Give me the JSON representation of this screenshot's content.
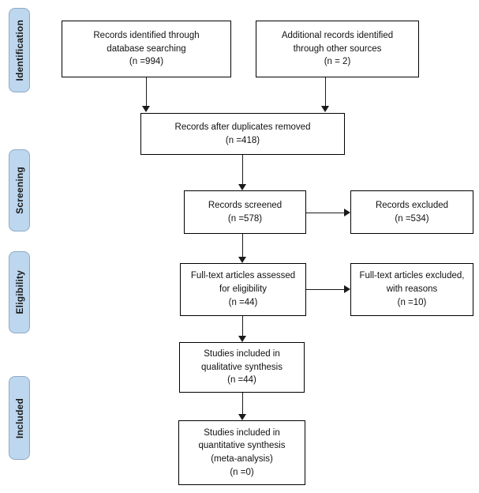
{
  "diagram": {
    "type": "prisma-flow-diagram",
    "stages": [
      {
        "id": "identification",
        "label": "Identification"
      },
      {
        "id": "screening",
        "label": "Screening"
      },
      {
        "id": "eligibility",
        "label": "Eligibility"
      },
      {
        "id": "included",
        "label": "Included"
      }
    ],
    "boxes": {
      "db_search": {
        "lines": [
          "Records identified through",
          "database searching",
          "(n =994)"
        ],
        "count": 994
      },
      "other_sources": {
        "lines": [
          "Additional records identified",
          "through other sources",
          "(n = 2)"
        ],
        "count": 2
      },
      "duplicates_removed": {
        "lines": [
          "Records after duplicates removed",
          "(n =418)"
        ],
        "count": 418
      },
      "records_screened": {
        "lines": [
          "Records screened",
          "(n =578)"
        ],
        "count": 578
      },
      "records_excluded": {
        "lines": [
          "Records excluded",
          "(n =534)"
        ],
        "count": 534
      },
      "fulltext_assessed": {
        "lines": [
          "Full-text articles assessed",
          "for eligibility",
          "(n =44)"
        ],
        "count": 44
      },
      "fulltext_excluded": {
        "lines": [
          "Full-text articles excluded,",
          "with reasons",
          "(n =10)"
        ],
        "count": 10
      },
      "qualitative": {
        "lines": [
          "Studies included in",
          "qualitative synthesis",
          "(n =44)"
        ],
        "count": 44
      },
      "quantitative": {
        "lines": [
          "Studies included in",
          "quantitative synthesis",
          "(meta-analysis)",
          "(n =0)"
        ],
        "count": 0
      }
    },
    "colors": {
      "stage_fill": "#bdd7ee",
      "stage_border": "#8faac4",
      "box_border": "#000000",
      "connector": "#1a1a1a",
      "text": "#111111",
      "background": "#ffffff"
    }
  }
}
